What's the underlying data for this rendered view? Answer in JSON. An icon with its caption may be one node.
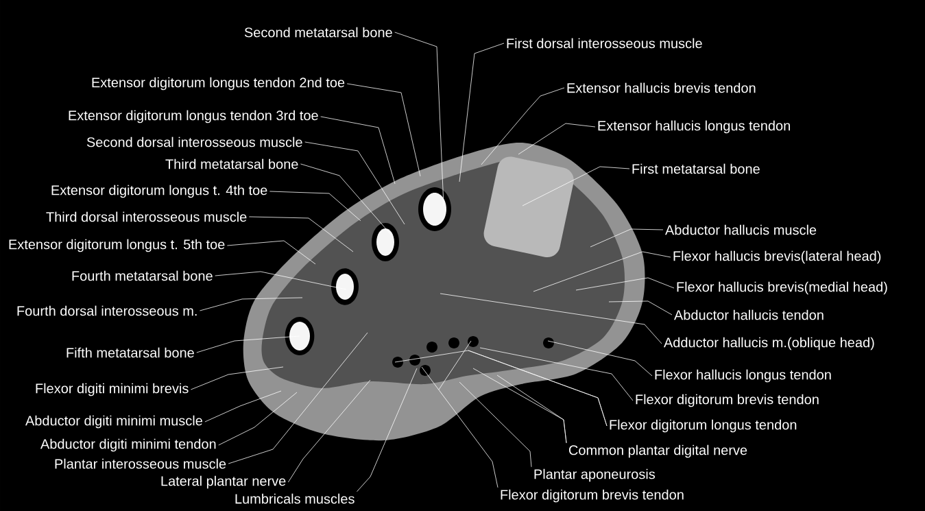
{
  "diagram": {
    "nodes": [
      {
        "text": [
          "Second metatarsal bone"
        ]
      },
      {
        "text": [
          "First dorsal interosseous muscle"
        ]
      },
      {
        "text": [
          "Extensor digitorum longus tendon 2nd toe"
        ]
      },
      {
        "text": [
          "Extensor hallucis brevis tendon"
        ]
      },
      {
        "text": [
          "Extensor digitorum longus tendon 3rd toe"
        ]
      },
      {
        "text": [
          "Extensor hallucis longus tendon"
        ]
      },
      {
        "text": [
          "Second dorsal interosseous muscle"
        ]
      },
      {
        "text": [
          "Third metatarsal bone"
        ]
      },
      {
        "text": [
          "First metatarsal bone"
        ]
      },
      {
        "text": [
          "Extensor digitorum longus t. 4th toe"
        ]
      },
      {
        "text": [
          "Third dorsal interosseous muscle"
        ]
      },
      {
        "text": [
          "Abductor hallucis muscle"
        ]
      },
      {
        "text": [
          "Extensor digitorum longus t. 5th toe"
        ]
      },
      {
        "text": [
          "Flexor hallucis brevis(lateral head)"
        ]
      },
      {
        "text": [
          "Fourth metatarsal bone"
        ]
      },
      {
        "text": [
          "Flexor hallucis brevis(medial head)"
        ]
      },
      {
        "text": [
          "Fourth dorsal interosseous m."
        ]
      },
      {
        "text": [
          "Abductor hallucis tendon"
        ]
      },
      {
        "text": [
          "Adductor hallucis m.(oblique head)"
        ]
      },
      {
        "text": [
          "Fifth metatarsal bone"
        ]
      },
      {
        "text": [
          "Flexor hallucis longus tendon"
        ]
      },
      {
        "text": [
          "Flexor digiti minimi brevis"
        ]
      },
      {
        "text": [
          "Flexor digitorum brevis tendon"
        ]
      },
      {
        "text": [
          "Abductor digiti minimi muscle"
        ]
      },
      {
        "text": [
          "Flexor digitorum longus tendon"
        ]
      },
      {
        "text": [
          "Abductor digiti minimi tendon"
        ]
      },
      {
        "text": [
          "Common plantar digital nerve"
        ]
      },
      {
        "text": [
          "Plantar interosseous muscle"
        ]
      },
      {
        "text": [
          "Lateral plantar nerve"
        ]
      },
      {
        "text": [
          "Plantar aponeurosis"
        ]
      },
      {
        "text": [
          "Lumbricals muscles"
        ]
      },
      {
        "text": [
          "Flexor digitorum brevis tendon"
        ]
      }
    ],
    "edges": [
      {
        "from": 0,
        "to": null,
        "arrow": "none"
      },
      {
        "from": 1,
        "to": null,
        "arrow": "none"
      },
      {
        "from": 2,
        "to": null,
        "arrow": "none"
      },
      {
        "from": 3,
        "to": null,
        "arrow": "none"
      },
      {
        "from": 4,
        "to": null,
        "arrow": "none"
      },
      {
        "from": 5,
        "to": null,
        "arrow": "none"
      },
      {
        "from": 6,
        "to": null,
        "arrow": "none"
      },
      {
        "from": 7,
        "to": null,
        "arrow": "none"
      },
      {
        "from": 8,
        "to": null,
        "arrow": "none"
      },
      {
        "from": 9,
        "to": null,
        "arrow": "none"
      },
      {
        "from": 10,
        "to": null,
        "arrow": "none"
      },
      {
        "from": 11,
        "to": null,
        "arrow": "none"
      },
      {
        "from": 12,
        "to": null,
        "arrow": "none"
      },
      {
        "from": 13,
        "to": null,
        "arrow": "none"
      },
      {
        "from": 14,
        "to": null,
        "arrow": "none"
      },
      {
        "from": 15,
        "to": null,
        "arrow": "none"
      },
      {
        "from": 16,
        "to": null,
        "arrow": "none"
      },
      {
        "from": 17,
        "to": null,
        "arrow": "none"
      },
      {
        "from": 18,
        "to": null,
        "arrow": "none"
      },
      {
        "from": 19,
        "to": null,
        "arrow": "none"
      },
      {
        "from": 20,
        "to": null,
        "arrow": "none"
      },
      {
        "from": 21,
        "to": null,
        "arrow": "none"
      },
      {
        "from": 22,
        "to": null,
        "arrow": "none"
      },
      {
        "from": 23,
        "to": null,
        "arrow": "none"
      },
      {
        "from": 24,
        "to": null,
        "arrow": "none"
      },
      {
        "from": 24,
        "to": null,
        "arrow": "none"
      },
      {
        "from": 25,
        "to": null,
        "arrow": "none"
      },
      {
        "from": 26,
        "to": null,
        "arrow": "none"
      },
      {
        "from": 26,
        "to": null,
        "arrow": "none"
      },
      {
        "from": 27,
        "to": null,
        "arrow": "none"
      },
      {
        "from": 28,
        "to": null,
        "arrow": "none"
      },
      {
        "from": 29,
        "to": null,
        "arrow": "none"
      },
      {
        "from": 30,
        "to": null,
        "arrow": "none"
      },
      {
        "from": 31,
        "to": null,
        "arrow": "none"
      }
    ]
  }
}
